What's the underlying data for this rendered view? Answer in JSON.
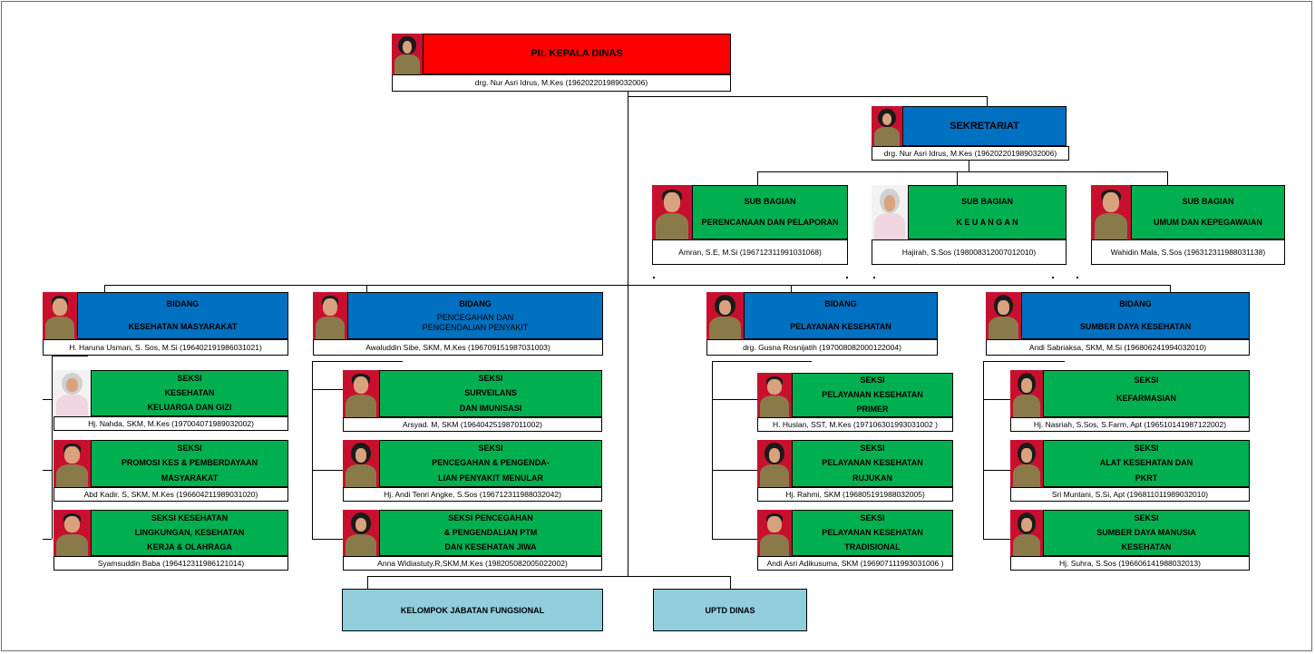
{
  "kepala": {
    "title": "Plt. KEPALA DINAS",
    "name": "drg. Nur  Asri  Idrus, M.Kes  (196202201989032006)"
  },
  "sekretariat": {
    "title": "SEKRETARIAT",
    "name": "drg. Nur  Asri  Idrus, M.Kes  (196202201989032006)"
  },
  "subbagian": [
    {
      "line1": "SUB BAGIAN",
      "line2": "PERENCANAAN DAN PELAPORAN",
      "name": "Amran, S.E, M.Si  (196712311991031068)"
    },
    {
      "line1": "SUB BAGIAN",
      "line2": "K E U A N G A N",
      "name": "Hajirah, S.Sos (198008312007012010)"
    },
    {
      "line1": "SUB BAGIAN",
      "line2": "UMUM DAN KEPEGAWAIAN",
      "name": "Wahidin Mala,  S.Sos (196312311988031138)"
    }
  ],
  "bidang": [
    {
      "title": "BIDANG",
      "sub": "KESEHATAN MASYARAKAT",
      "name": "H. Haruna Usman, S. Sos, M.Si  (196402191986031021)",
      "seksi": [
        {
          "l1": "SEKSI",
          "l2": "KESEHATAN",
          "l3": "KELUARGA DAN GIZI",
          "name": "Hj.  Nahda, SKM, M.Kes  (197004071989032002)"
        },
        {
          "l1": "SEKSI",
          "l2": "PROMOSI KES & PEMBERDAYAAN",
          "l3": "MASYARAKAT",
          "name": "Abd  Kadir.  S, SKM, M.Kes  (196604211989031020)"
        },
        {
          "l1": "SEKSI   KESEHATAN",
          "l2": "LINGKUNGAN, KESEHATAN",
          "l3": "KERJA & OLAHRAGA",
          "name": "Syamsuddin  Baba  (196412311986121014)"
        }
      ]
    },
    {
      "title": "BIDANG",
      "sub": "PENCEGAHAN DAN",
      "sub2": "PENGENDALIAN PENYAKIT",
      "name": "Awaluddin Sibe, SKM, M.Kes  (196709151987031003)",
      "seksi": [
        {
          "l1": "SEKSI",
          "l2": "SURVEILANS",
          "l3": "DAN IMUNISASI",
          "name": "Arsyad.  M,  SKM  (196404251987011002)"
        },
        {
          "l1": "SEKSI",
          "l2": "PENCEGAHAN & PENGENDA-",
          "l3": "LIAN PENYAKIT MENULAR",
          "name": "Hj.  Andi Tenri  Angke,  S.Sos  (196712311988032042)"
        },
        {
          "l1": "SEKSI   PENCEGAHAN",
          "l2": "& PENGENDALIAN PTM",
          "l3": "DAN KESEHATAN JIWA",
          "name": "Anna  Widiastuty.R,SKM,M.Kes  (198205082005022002)"
        }
      ]
    },
    {
      "title": "BIDANG",
      "sub": "PELAYANAN KESEHATAN",
      "name": "drg.  Gusna  Rosnijatih  (197008082000122004)",
      "seksi": [
        {
          "l1": "SEKSI",
          "l2": "PELAYANAN KESEHATAN",
          "l3": "PRIMER",
          "name": "H.  Huslan,  SST,  M.Kes  (197106301993031002 )"
        },
        {
          "l1": "SEKSI",
          "l2": "PELAYANAN KESEHATAN",
          "l3": "RUJUKAN",
          "name": "Hj.  Rahmi,  SKM  (196805191988032005)"
        },
        {
          "l1": "SEKSI",
          "l2": "PELAYANAN KESEHATAN",
          "l3": "TRADISIONAL",
          "name": "Andi  Asri  Adikusuma,  SKM  (196907111993031006 )"
        }
      ]
    },
    {
      "title": "BIDANG",
      "sub": "SUMBER  DAYA  KESEHATAN",
      "name": "Andi  Sabriaksa,  SKM, M.Si  (196806241994032010)",
      "seksi": [
        {
          "l1": "SEKSI",
          "l2": "KEFARMASIAN",
          "l3": "",
          "name": "Hj.  Nasriah,  S.Sos,  S.Farm,  Apt  (196510141987122002)"
        },
        {
          "l1": "SEKSI",
          "l2": "ALAT KESEHATAN  DAN",
          "l3": "PKRT",
          "name": "Sri  Muntani,  S.Si,  Apt  (196811011989032010)"
        },
        {
          "l1": "SEKSI",
          "l2": "SUMBER DAYA MANUSIA",
          "l3": "KESEHATAN",
          "name": "Hj.  Suhra,  S.Sos  (196606141988032013)"
        }
      ]
    }
  ],
  "bottom": {
    "fungsional": "KELOMPOK JABATAN FUNGSIONAL",
    "uptd": "UPTD DINAS"
  },
  "colors": {
    "red": "#ff0000",
    "blue": "#0070c0",
    "green": "#00b050",
    "light_blue": "#92cddc"
  }
}
